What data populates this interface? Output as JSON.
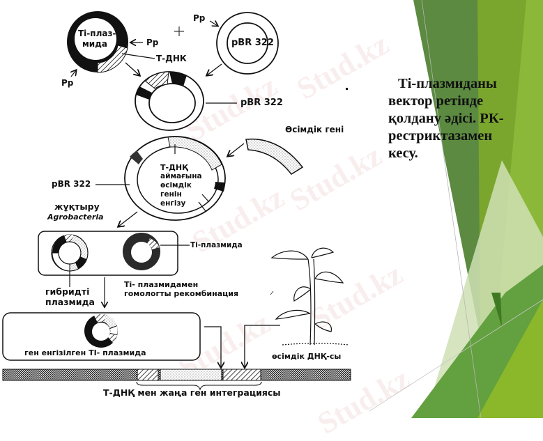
{
  "slide": {
    "caption_lines": [
      "Ті-плазмиданы",
      "вектор ретінде",
      "қолдану әдісі. РК-",
      "рестриктазамен",
      "кесу."
    ],
    "theme_colors": {
      "dark_green": "#5a8a3e",
      "mid_green": "#78a22f",
      "light_green": "#8cb83a",
      "pale_green": "#cfe0b4",
      "bright_green": "#8ab82a"
    }
  },
  "diagram": {
    "ti_plasmid_label": "Ті-плаз-\nмида",
    "ti_plasmid_line1": "Ті-плаз-",
    "ti_plasmid_line2": "мида",
    "pp_right": "Pp",
    "pp_bottom": "Pp",
    "pp_top": "Pp",
    "t_dnk": "Т-ДНК",
    "pbr_plasmid": "pBR 322",
    "pbr_hybrid": "pBR 322",
    "plant_gene": "Өсімдік гені",
    "insert_line1": "Т-ДНҚ",
    "insert_line2": "аймағына",
    "insert_line3": "өсімдік",
    "insert_line4": "генін",
    "insert_line5": "енгізу",
    "pbr_large": "pBR 322",
    "infect": "жұқтыру",
    "agrobacteria": "Agrobacteria",
    "ti_plasmid_small": "Ті-плазмида",
    "hybrid_line1": "гибридті",
    "hybrid_line2": "плазмида",
    "recomb_line1": "Ті- плазмидамен",
    "recomb_line2": "гомологты рекомбинация",
    "gene_inserted": "ген енгізілген ТІ- плазмида",
    "plant_dna": "өсімдік ДНҚ-сы",
    "integration": "Т-ДНҚ мен жаңа ген интеграциясы",
    "plus_sign": "+"
  },
  "watermark": {
    "text": "Stud.kz"
  }
}
